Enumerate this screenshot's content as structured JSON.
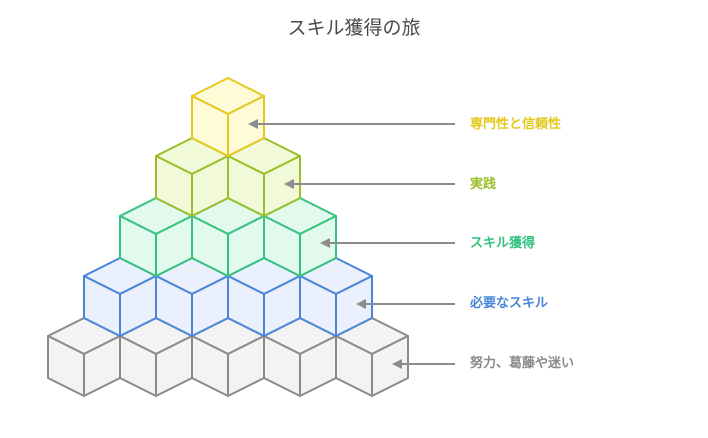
{
  "title": "スキル獲得の旅",
  "tiers": [
    {
      "label": "努力、葛藤や迷い",
      "color": "#8a8a8a",
      "fill": "#f3f3f3",
      "cubes": 5
    },
    {
      "label": "必要なスキル",
      "color": "#4a86d8",
      "fill": "#eaf1fd",
      "cubes": 4
    },
    {
      "label": "スキル獲得",
      "color": "#34c27f",
      "fill": "#e2f9ee",
      "cubes": 3
    },
    {
      "label": "実践",
      "color": "#9bbe2b",
      "fill": "#f2f9d9",
      "cubes": 2
    },
    {
      "label": "専門性と信頼性",
      "color": "#e3c81f",
      "fill": "#fffbd6",
      "cubes": 1
    }
  ]
}
